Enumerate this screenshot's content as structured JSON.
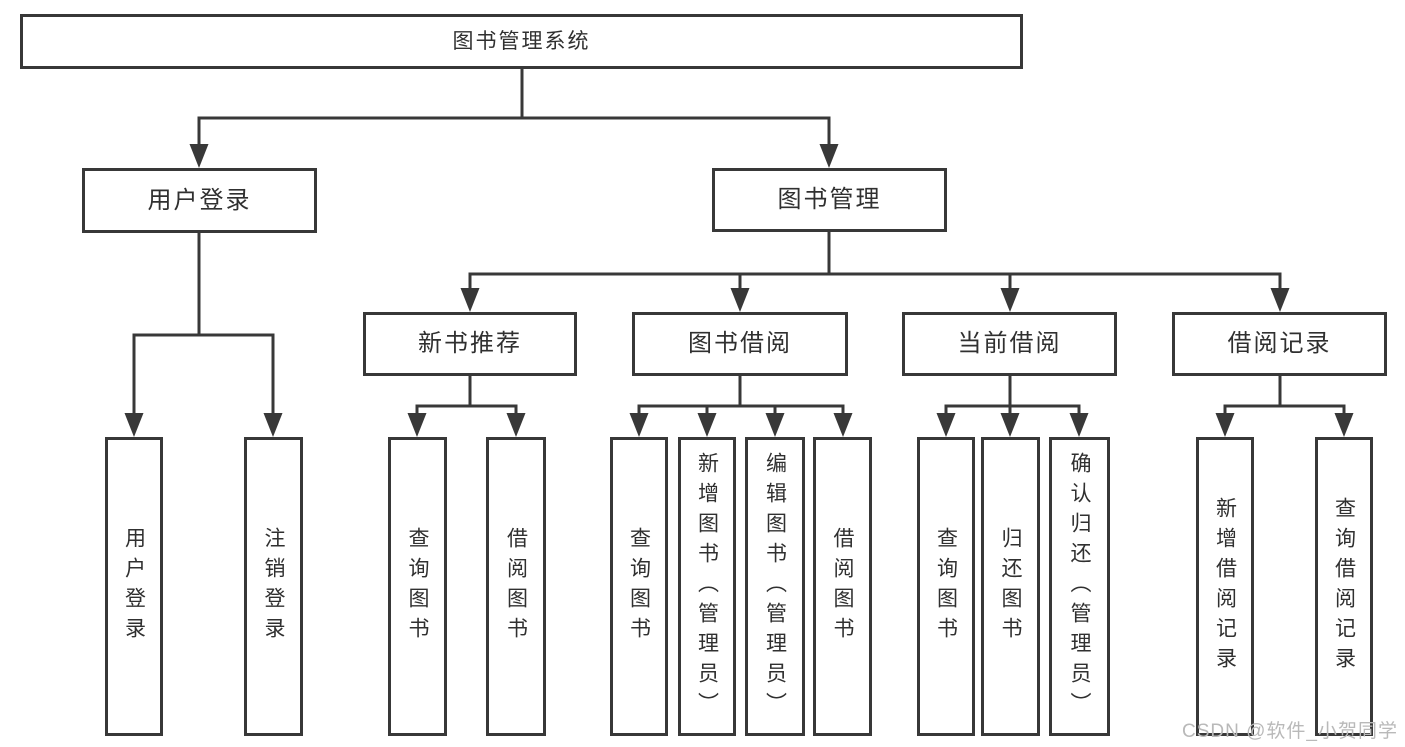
{
  "title": "图书管理系统",
  "tree": {
    "root": {
      "label": "图书管理系统"
    },
    "branches": [
      {
        "label": "用户登录",
        "children": [
          {
            "label": "用户登录"
          },
          {
            "label": "注销登录"
          }
        ]
      },
      {
        "label": "图书管理",
        "children": [
          {
            "label": "新书推荐",
            "children": [
              {
                "label": "查询图书"
              },
              {
                "label": "借阅图书"
              }
            ]
          },
          {
            "label": "图书借阅",
            "children": [
              {
                "label": "查询图书"
              },
              {
                "label": "新增图书（管理员）"
              },
              {
                "label": "编辑图书（管理员）"
              },
              {
                "label": "借阅图书"
              }
            ]
          },
          {
            "label": "当前借阅",
            "children": [
              {
                "label": "查询图书"
              },
              {
                "label": "归还图书"
              },
              {
                "label": "确认归还（管理员）"
              }
            ]
          },
          {
            "label": "借阅记录",
            "children": [
              {
                "label": "新增借阅记录"
              },
              {
                "label": "查询借阅记录"
              }
            ]
          }
        ]
      }
    ]
  },
  "watermark": "CSDN @软件_小贺同学",
  "colors": {
    "line": "#383838",
    "text": "#303030",
    "box_background": "#ffffff",
    "watermark": "#b9b9b9",
    "background": "#ffffff"
  }
}
